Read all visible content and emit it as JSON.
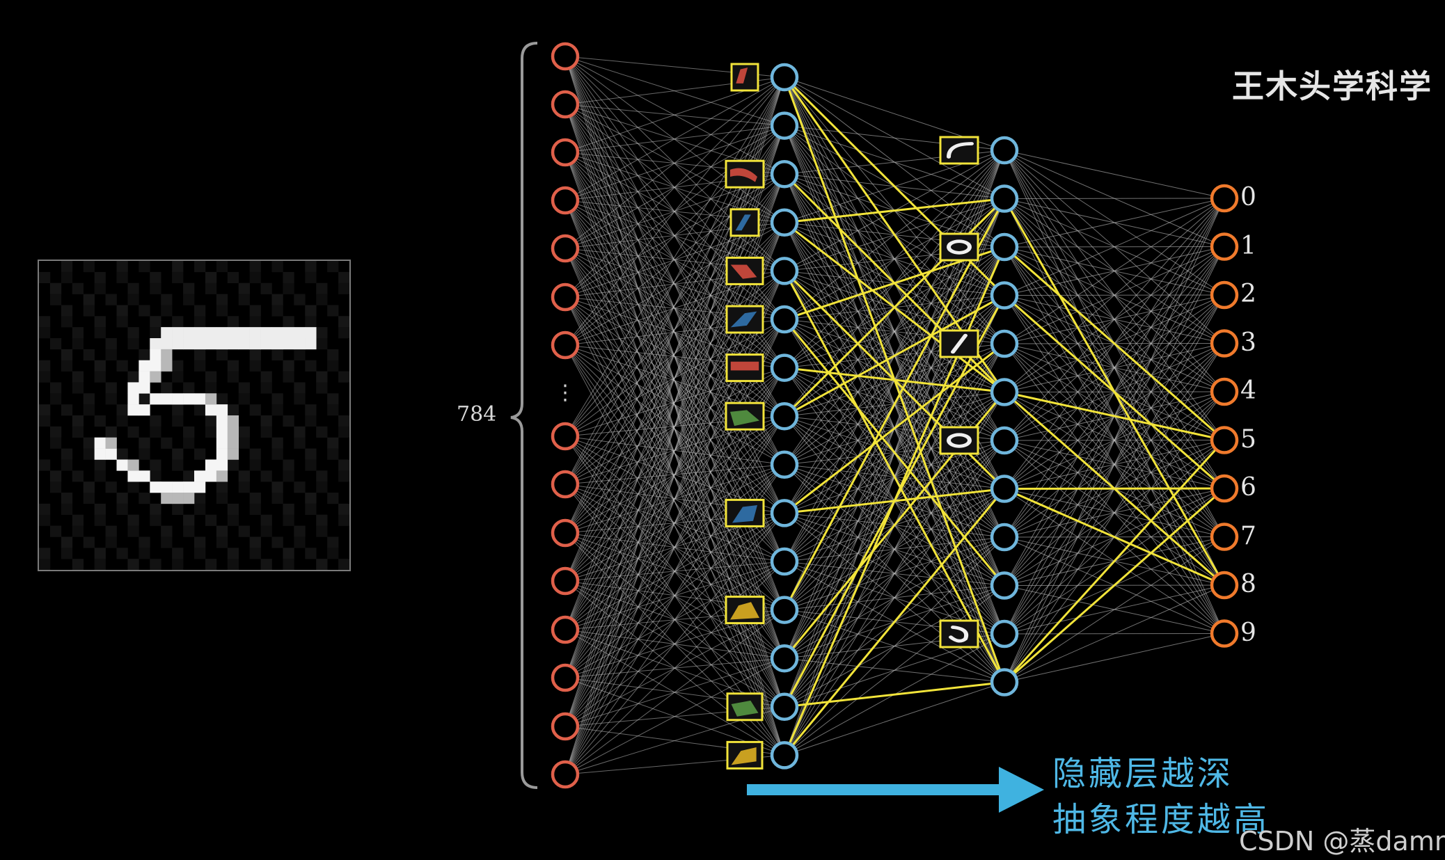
{
  "watermark": "王木头学科学",
  "input_layer": {
    "count_label": "784",
    "ellipsis": "⋮"
  },
  "output_labels": [
    "0",
    "1",
    "2",
    "3",
    "4",
    "5",
    "6",
    "7",
    "8",
    "9"
  ],
  "caption": {
    "line1": "隐藏层越深",
    "line2": "抽象程度越高"
  },
  "credit": "CSDN @蒸damn",
  "colors": {
    "background": "#000000",
    "input_node": "#e0604a",
    "hidden_node": "#6fb6dc",
    "output_node": "#f07a2c",
    "highlight_edge": "#f2e43a",
    "edge": "#bdbdbd",
    "arrow": "#3fb2e0"
  }
}
